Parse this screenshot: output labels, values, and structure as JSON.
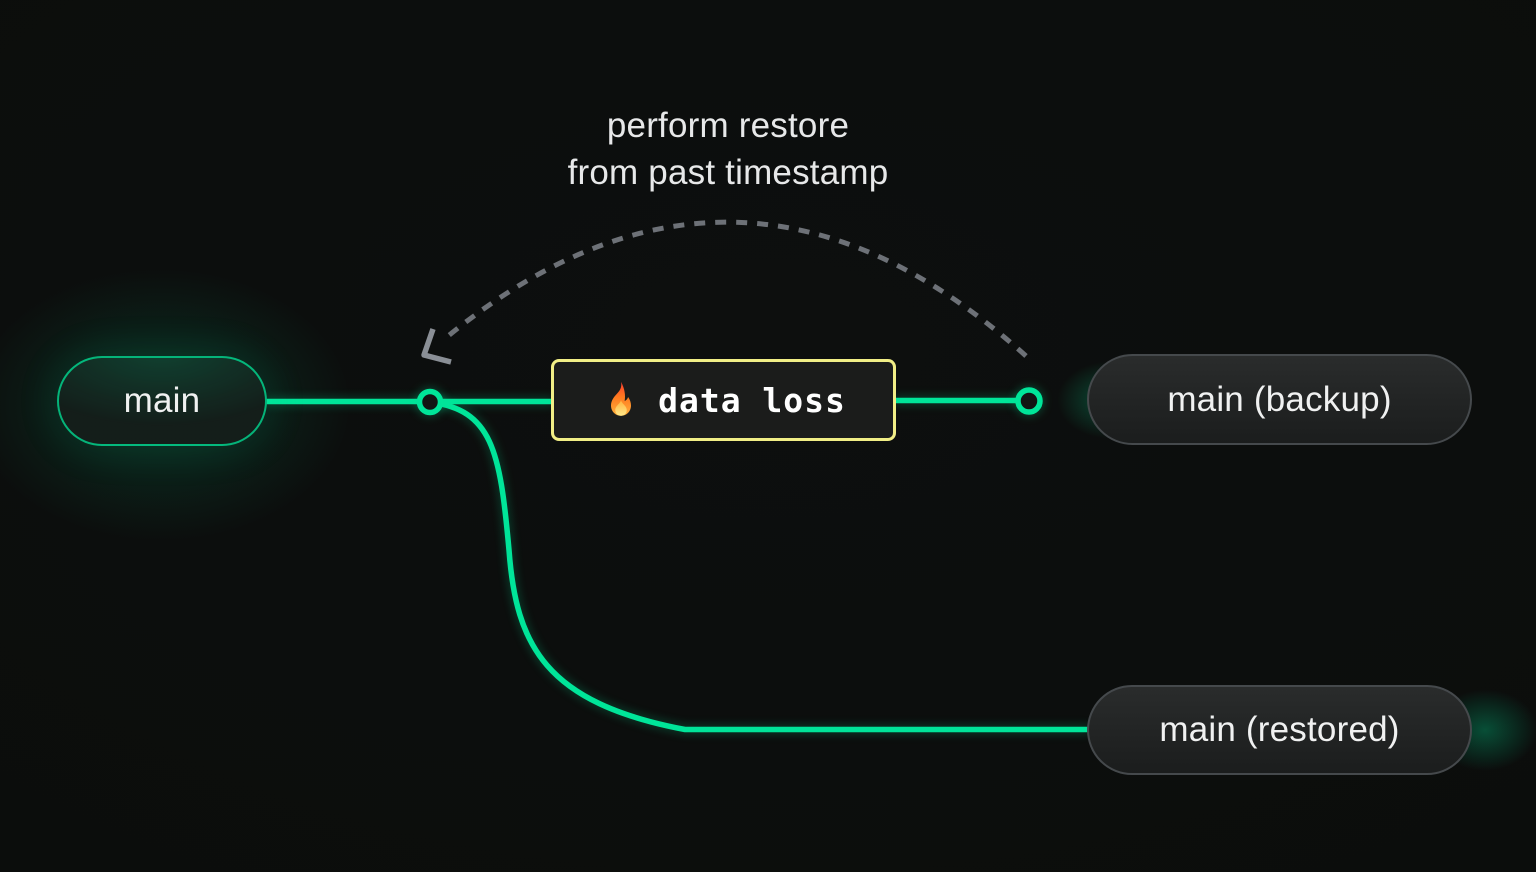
{
  "diagram": {
    "annotation": {
      "line1": "perform restore",
      "line2": "from past timestamp"
    },
    "branches": {
      "main": {
        "label": "main"
      },
      "backup": {
        "label": "main (backup)"
      },
      "restored": {
        "label": "main (restored)"
      }
    },
    "event": {
      "label": "data loss",
      "icon": "fire-icon"
    },
    "colors": {
      "background": "#0b0d0c",
      "branch_green": "#00e599",
      "event_border_yellow": "#f1ee86",
      "dashed_arc_gray": "#6d7177",
      "label_text": "#f0f1f1"
    }
  }
}
